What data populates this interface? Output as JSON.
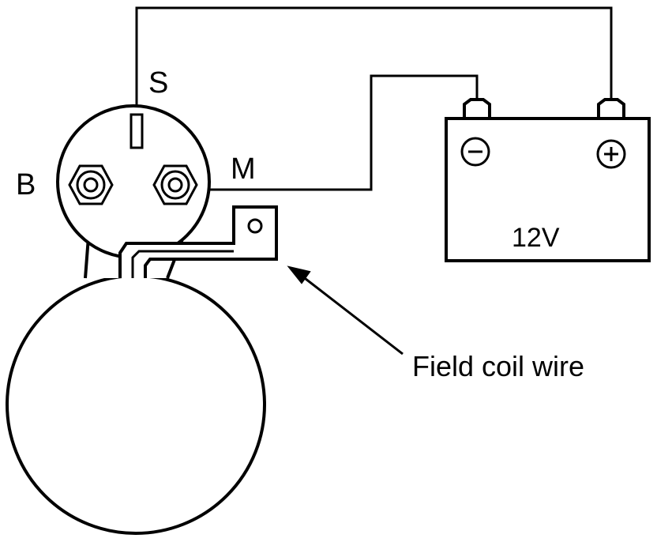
{
  "diagram": {
    "terminals": {
      "s_label": "S",
      "b_label": "B",
      "m_label": "M"
    },
    "battery": {
      "voltage_label": "12V",
      "negative_symbol": "−",
      "positive_symbol": "+"
    },
    "callout": {
      "text": "Field coil wire"
    }
  }
}
